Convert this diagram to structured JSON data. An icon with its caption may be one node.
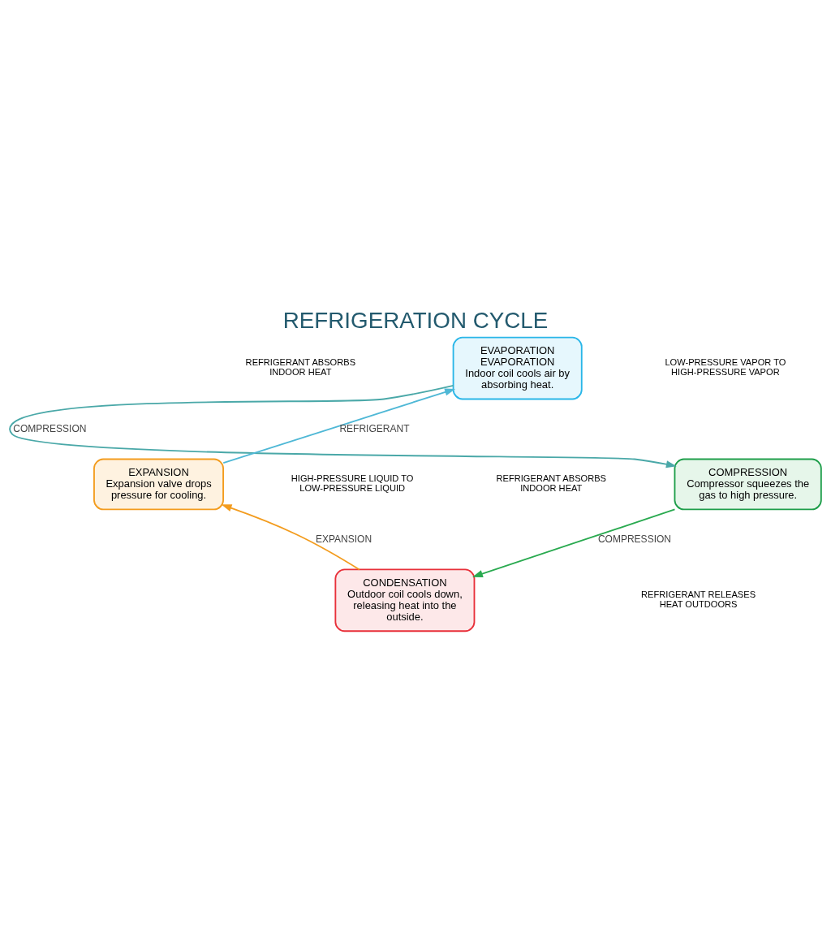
{
  "diagram": {
    "title": "REFRIGERATION CYCLE",
    "nodes": [
      {
        "text": [
          "EVAPORATION",
          "EVAPORATION",
          "Indoor coil cools air by absorbing heat."
        ]
      },
      {
        "text": [
          "COMPRESSION",
          "Compressor squeezes the gas to high pressure."
        ]
      },
      {
        "text": [
          "CONDENSATION",
          "Outdoor coil cools down, releasing heat into the outside."
        ]
      },
      {
        "text": [
          "EXPANSION",
          "Expansion valve drops pressure for cooling."
        ]
      }
    ],
    "edges": [
      {
        "from": 3,
        "to": 0,
        "arrow": "to",
        "label": "REFRIGERANT",
        "color": "#4fb8d6"
      },
      {
        "from": 0,
        "to": 1,
        "arrow": "to",
        "label": "COMPRESSION",
        "color": "#4aa8a8"
      },
      {
        "from": 1,
        "to": 2,
        "arrow": "to",
        "label": "COMPRESSION",
        "color": "#2aaa50"
      },
      {
        "from": 2,
        "to": 3,
        "arrow": "to",
        "label": "EXPANSION",
        "color": "#f39c1e"
      }
    ],
    "labels": [
      "REFRIGERANT ABSORBS INDOOR HEAT",
      "LOW-PRESSURE VAPOR TO HIGH-PRESSURE VAPOR",
      "REFRIGERANT ABSORBS INDOOR HEAT",
      "HIGH-PRESSURE LIQUID TO LOW-PRESSURE LIQUID",
      "REFRIGERANT RELEASES HEAT OUTDOORS"
    ]
  }
}
